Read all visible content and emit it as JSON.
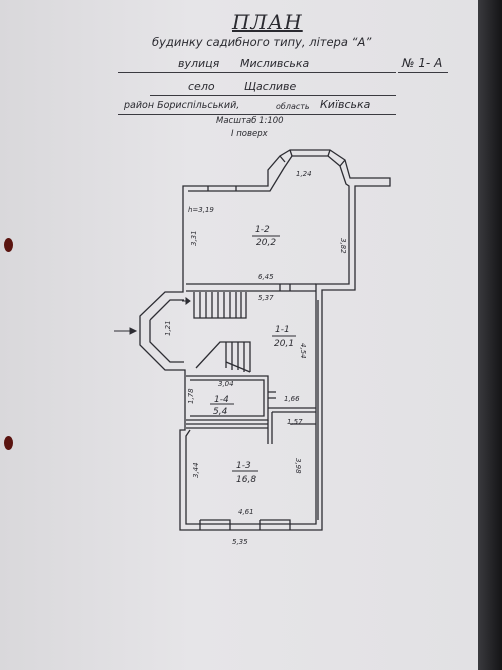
{
  "header": {
    "title": "ПЛАН",
    "subtitle": "будинку садибного типу, літера “А”",
    "street_label": "вулиця",
    "street_value": "Мисливська",
    "doc_number": "№ 1- А",
    "village_label": "село",
    "village_value": "Щасливе",
    "district": "район Бориспільський,",
    "region_label": "область",
    "region_value": "Київська",
    "scale": "Масштаб 1:100",
    "floor": "І поверх"
  },
  "plan": {
    "rooms": [
      {
        "id": "1-2",
        "area": "20,2"
      },
      {
        "id": "1-1",
        "area": "20,1"
      },
      {
        "id": "1-4",
        "area": "5,4"
      },
      {
        "id": "1-3",
        "area": "16,8"
      }
    ],
    "dims": {
      "bay_top": "1,24",
      "height": "h=3,19",
      "r12_left": "3,31",
      "r12_right": "3,82",
      "r12_bottom": "6,45",
      "hall_top": "5,37",
      "bay_left": "1,21",
      "r11_right": "4,54",
      "r14_top": "3,04",
      "r14_left": "1,78",
      "small_width": "1,66",
      "small_width2": "1,57",
      "r13_left": "3,44",
      "r13_right": "3,98",
      "r13_bottom": "4,61",
      "total_bottom": "5,35"
    }
  }
}
